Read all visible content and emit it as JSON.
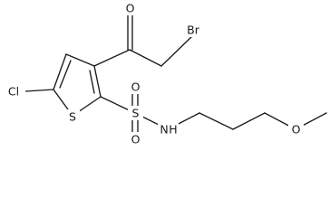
{
  "molecule": {
    "atom_labels": {
      "bromine": "Br",
      "ketone_oxygen": "O",
      "chlorine": "Cl",
      "thiophene_sulfur": "S",
      "sulfonyl_sulfur": "S",
      "sulfonyl_oxygen_top": "O",
      "sulfonyl_oxygen_bottom": "O",
      "amide_nitrogen": "N",
      "amide_hydrogen": "H",
      "ether_oxygen": "O"
    }
  }
}
